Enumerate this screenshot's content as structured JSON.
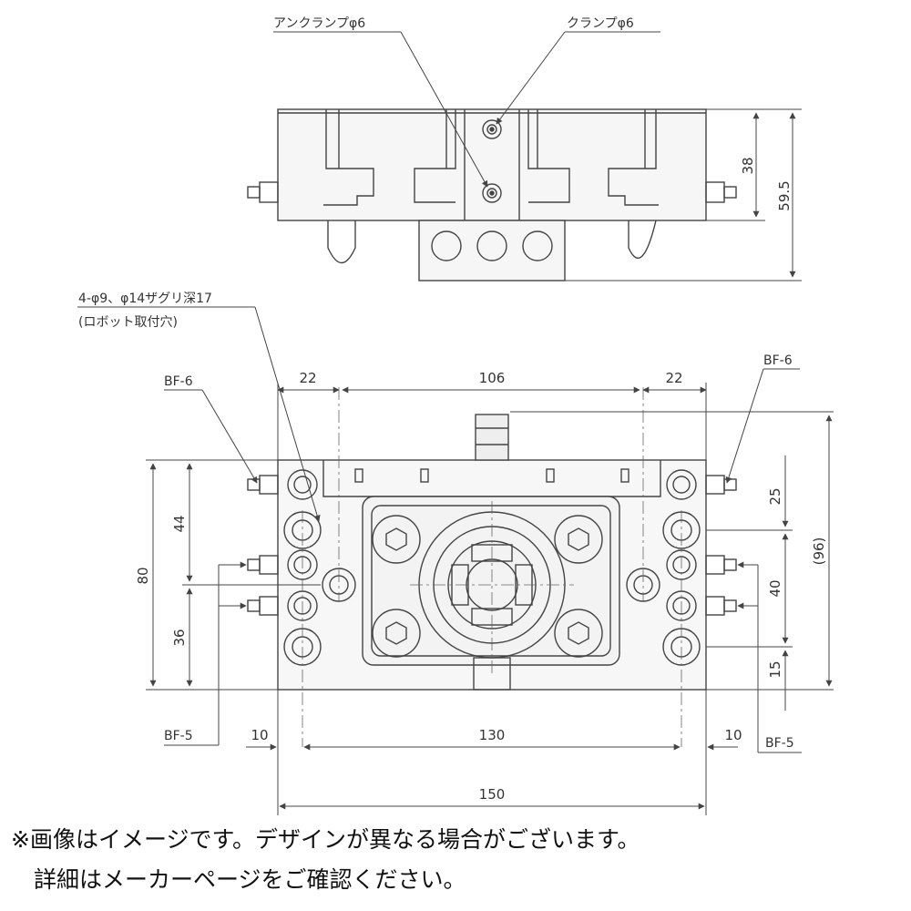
{
  "callouts": {
    "unclamp": "アンクランプφ6",
    "clamp": "クランプφ6",
    "holes_line1": "4-φ9、φ14ザグリ深17",
    "holes_line2": "(ロボット取付穴)",
    "bf6_left": "BF-6",
    "bf6_right": "BF-6",
    "bf5_left": "BF-5",
    "bf5_right": "BF-5"
  },
  "dimensions": {
    "top_h1": "38",
    "top_h2": "59.5",
    "d22_left": "22",
    "d106": "106",
    "d22_right": "22",
    "d44": "44",
    "d80": "80",
    "d36": "36",
    "d25": "25",
    "d96": "(96)",
    "d40": "40",
    "d15": "15",
    "d10_left": "10",
    "d130": "130",
    "d10_right": "10",
    "d150": "150"
  },
  "notes": {
    "line1": "※画像はイメージです。デザインが異なる場合がございます。",
    "line2": "　詳細はメーカーページをご確認ください。"
  },
  "colors": {
    "line": "#444444",
    "fill": "#f4f4f4",
    "text": "#111111"
  }
}
